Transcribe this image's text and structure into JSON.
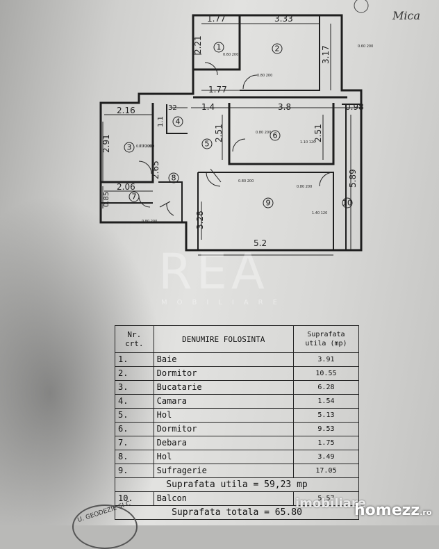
{
  "dimensions": {
    "d1": "1.77",
    "d2": "3.33",
    "d3": "2.21",
    "d4": "3.17",
    "d5": "1.77",
    "d6": "32",
    "d7": "1.4",
    "d8": "3.8",
    "d9": "0.98",
    "d10": "2.16",
    "d11": "1.1",
    "d12": "2.91",
    "d13": "2.51",
    "d14": "2.51",
    "d15": "2.65",
    "d16": "2.06",
    "d17": "0.85",
    "d18": "5.89",
    "d19": "3.28",
    "d20": "5.2"
  },
  "room_numbers": [
    "1",
    "2",
    "3",
    "4",
    "5",
    "6",
    "7",
    "8",
    "9",
    "10"
  ],
  "door_labels": {
    "a": "0.60 200",
    "b": "0.80 200",
    "c": "0.70 200",
    "d": "0.80 200",
    "e": "1.10 120",
    "f": "0.80 200",
    "g": "0.80 200",
    "h": "0.70 200",
    "i": "1.40 120",
    "j": "0.80 200",
    "k": "0.60 200"
  },
  "watermark": {
    "main": "REA",
    "sub": "MOBILIARE"
  },
  "signature": "Mica",
  "legend": {
    "header": {
      "nr": "Nr.\ncrt.",
      "name": "DENUMIRE FOLOSINTA",
      "area": "Suprafata\nutila (mp)"
    },
    "rows": [
      {
        "nr": "1.",
        "name": "Baie",
        "area": "3.91"
      },
      {
        "nr": "2.",
        "name": "Dormitor",
        "area": "10.55"
      },
      {
        "nr": "3.",
        "name": "Bucatarie",
        "area": "6.28"
      },
      {
        "nr": "4.",
        "name": "Camara",
        "area": "1.54"
      },
      {
        "nr": "5.",
        "name": "Hol",
        "area": "5.13"
      },
      {
        "nr": "6.",
        "name": "Dormitor",
        "area": "9.53"
      },
      {
        "nr": "7.",
        "name": "Debara",
        "area": "1.75"
      },
      {
        "nr": "8.",
        "name": "Hol",
        "area": "3.49"
      },
      {
        "nr": "9.",
        "name": "Sufragerie",
        "area": "17.05"
      }
    ],
    "subtotal": "Suprafata utila = 59,23 mp",
    "balcony": {
      "nr": "10.",
      "name": "Balcon",
      "area": "5.57"
    },
    "total": "Suprafata totala = 65.80"
  },
  "stamp_text": "U. GEODEZIE SI C",
  "brands": {
    "b1": "imobiliare",
    "b2": "homezz",
    "b2_tld": ".ro"
  }
}
